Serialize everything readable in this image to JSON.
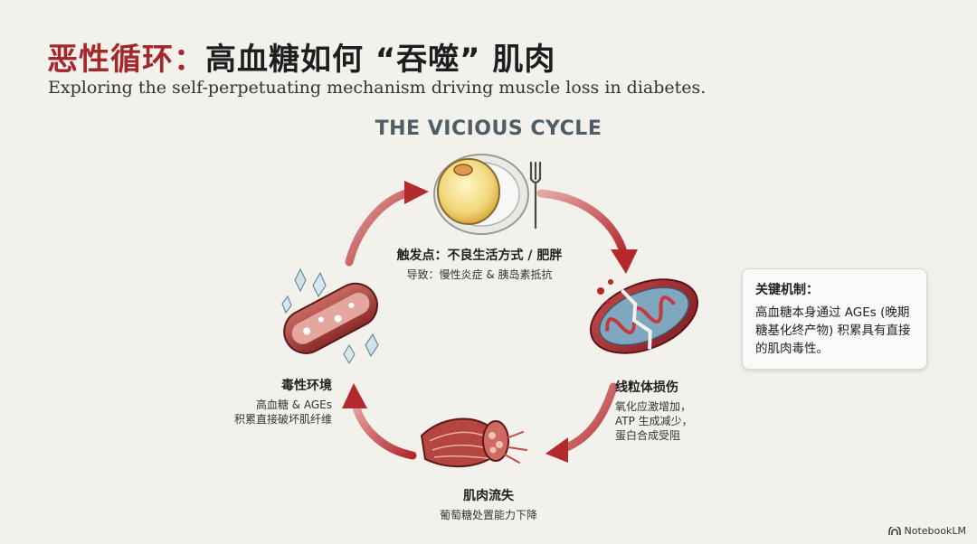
{
  "header": {
    "title_accent": "恶性循环：",
    "title_main": "高血糖如何 “吞噬” 肌肉",
    "subtitle": "Exploring the self-perpetuating mechanism driving muscle loss in diabetes."
  },
  "diagram": {
    "label": "THE VICIOUS CYCLE",
    "stages": [
      {
        "id": "trigger",
        "icon": "fat-cell-plate-fork-icon",
        "title": "触发点：不良生活方式 / 肥胖",
        "desc": "导致：慢性炎症 & 胰岛素抵抗"
      },
      {
        "id": "mitochondria",
        "icon": "damaged-mitochondria-icon",
        "title": "线粒体损伤",
        "desc": "氧化应激增加，\nATP 生成减少，\n蛋白合成受阻"
      },
      {
        "id": "muscle-loss",
        "icon": "muscle-fiber-bundle-icon",
        "title": "肌肉流失",
        "desc": "葡萄糖处置能力下降"
      },
      {
        "id": "toxic",
        "icon": "crystal-blood-vessel-icon",
        "title": "毒性环境",
        "desc": "高血糖 & AGEs\n积累直接破坏肌纤维"
      }
    ],
    "arrow_color": "#b3292e"
  },
  "info_box": {
    "heading": "关键机制：",
    "body": "高血糖本身通过 AGEs (晚期糖基化终产物) 积累具有直接的肌肉毒性。"
  },
  "footer": {
    "brand": "NotebookLM"
  },
  "colors": {
    "accent": "#a3272b",
    "cycle_label": "#4e5d66",
    "background": "#f2f1ec"
  }
}
